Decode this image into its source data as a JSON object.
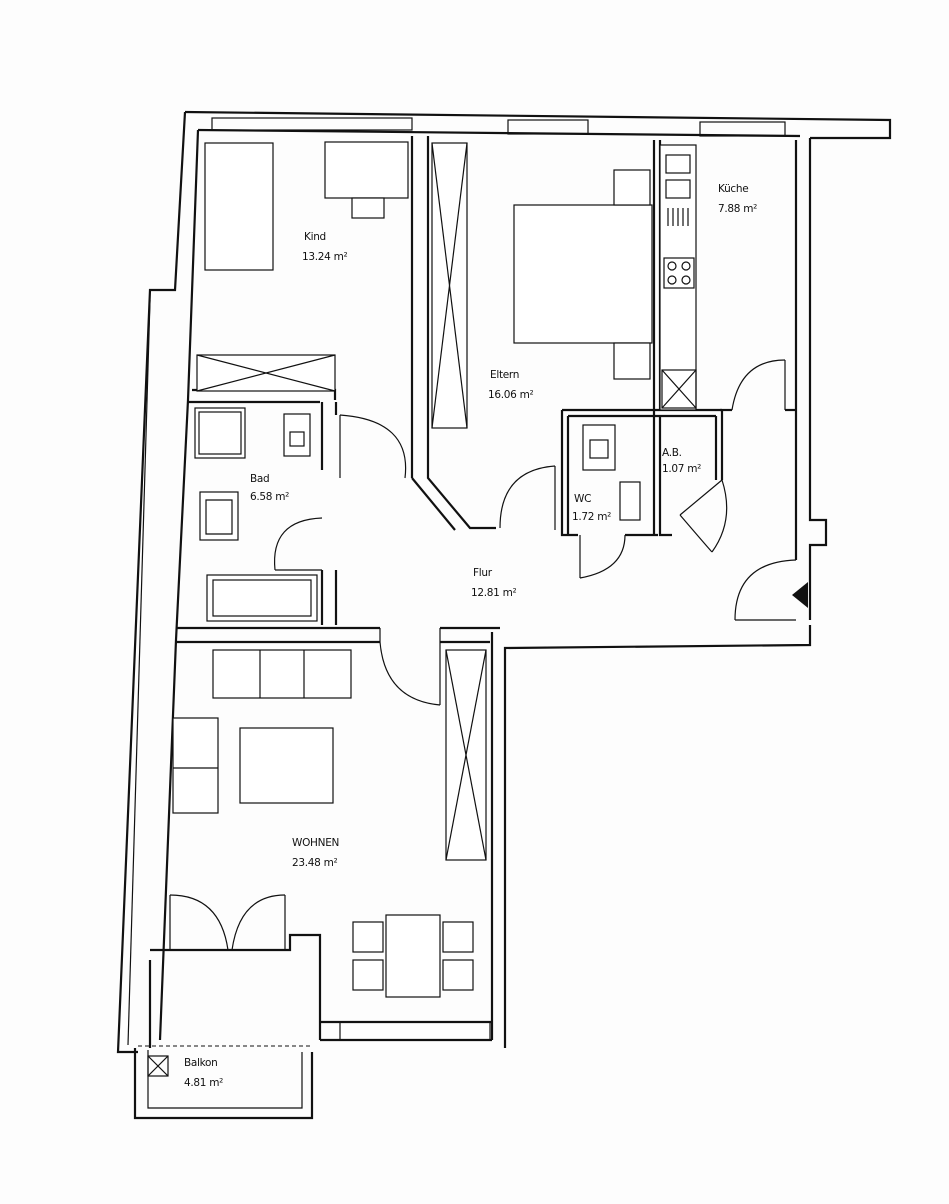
{
  "rooms": {
    "kind": {
      "label": "Kind",
      "area": "13.24 m²"
    },
    "eltern": {
      "label": "Eltern",
      "area": "16.06 m²"
    },
    "kueche": {
      "label": "Küche",
      "area": "7.88 m²"
    },
    "bad": {
      "label": "Bad",
      "area": "6.58 m²"
    },
    "wc": {
      "label": "WC",
      "area": "1.72 m²"
    },
    "ab": {
      "label": "A.B.",
      "area": "1.07 m²"
    },
    "flur": {
      "label": "Flur",
      "area": "12.81 m²"
    },
    "wohnen": {
      "label": "WOHNEN",
      "area": "23.48 m²"
    },
    "balkon": {
      "label": "Balkon",
      "area": "4.81 m²"
    }
  },
  "icons": {
    "entrance": "entrance-arrow-icon"
  }
}
